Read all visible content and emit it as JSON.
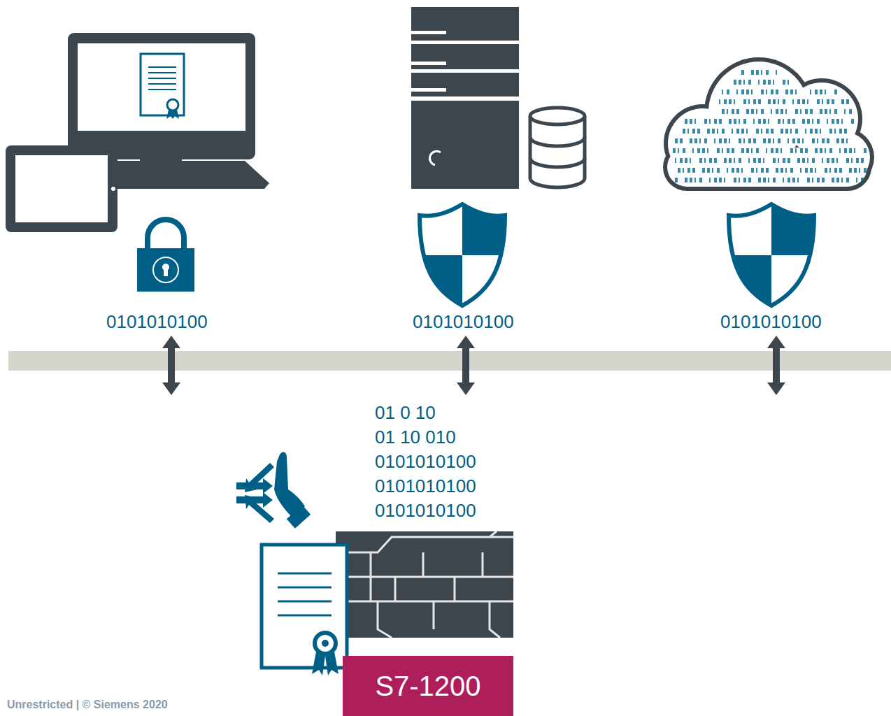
{
  "diagram": {
    "nodes": [
      {
        "text": [
          "S7-1200"
        ]
      }
    ],
    "labels": [
      "0101010100",
      "0101010100",
      "0101010100",
      "01 0 10",
      "01 10 010",
      "0101010100",
      "0101010100",
      "0101010100",
      "Unrestricted | © Siemens 2020"
    ]
  }
}
